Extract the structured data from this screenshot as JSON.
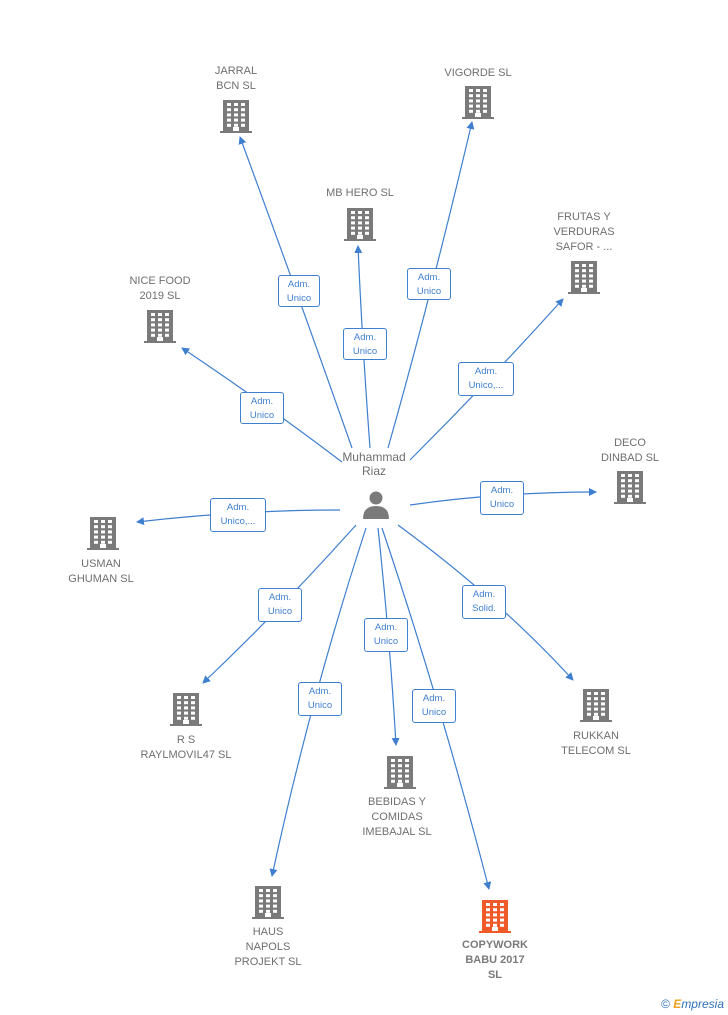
{
  "center": {
    "name": "Muhammad\nRiaz"
  },
  "nodes": [
    {
      "id": "jarral",
      "label": "JARRAL\nBCN  SL",
      "highlight": false
    },
    {
      "id": "vigorde",
      "label": "VIGORDE  SL",
      "highlight": false
    },
    {
      "id": "mbhero",
      "label": "MB HERO  SL",
      "highlight": false
    },
    {
      "id": "frutas",
      "label": "FRUTAS Y\nVERDURAS\nSAFOR - ...",
      "highlight": false
    },
    {
      "id": "nicefood",
      "label": "NICE FOOD\n2019  SL",
      "highlight": false
    },
    {
      "id": "deco",
      "label": "DECO\nDINBAD  SL",
      "highlight": false
    },
    {
      "id": "usman",
      "label": "USMAN\nGHUMAN  SL",
      "highlight": false
    },
    {
      "id": "rs",
      "label": "R S\nRAYLMOVIL47 SL",
      "highlight": false
    },
    {
      "id": "rukkan",
      "label": "RUKKAN\nTELECOM SL",
      "highlight": false
    },
    {
      "id": "bebidas",
      "label": "BEBIDAS Y\nCOMIDAS\nIMEBAJAL  SL",
      "highlight": false
    },
    {
      "id": "haus",
      "label": "HAUS\nNAPOLS\nPROJEKT  SL",
      "highlight": false
    },
    {
      "id": "copywork",
      "label": "COPYWORK\nBABU 2017\nSL",
      "highlight": true
    }
  ],
  "edges": [
    {
      "to": "jarral",
      "label": "Adm.\nUnico"
    },
    {
      "to": "vigorde",
      "label": "Adm.\nUnico"
    },
    {
      "to": "mbhero",
      "label": "Adm.\nUnico"
    },
    {
      "to": "frutas",
      "label": "Adm.\nUnico,..."
    },
    {
      "to": "nicefood",
      "label": "Adm.\nUnico"
    },
    {
      "to": "deco",
      "label": "Adm.\nUnico"
    },
    {
      "to": "usman",
      "label": "Adm.\nUnico,..."
    },
    {
      "to": "rs",
      "label": "Adm.\nUnico"
    },
    {
      "to": "rukkan",
      "label": "Adm.\nSolid."
    },
    {
      "to": "bebidas",
      "label": "Adm.\nUnico"
    },
    {
      "to": "haus",
      "label": "Adm.\nUnico"
    },
    {
      "to": "copywork",
      "label": "Adm.\nUnico"
    }
  ],
  "colors": {
    "edge": "#3f7fcf",
    "building": "#7a7a7a",
    "building_highlight": "#f05a28",
    "person": "#7a7a7a"
  },
  "footer": {
    "copyright_symbol": "©",
    "brand_initial": "E",
    "brand_rest": "mpresia"
  }
}
